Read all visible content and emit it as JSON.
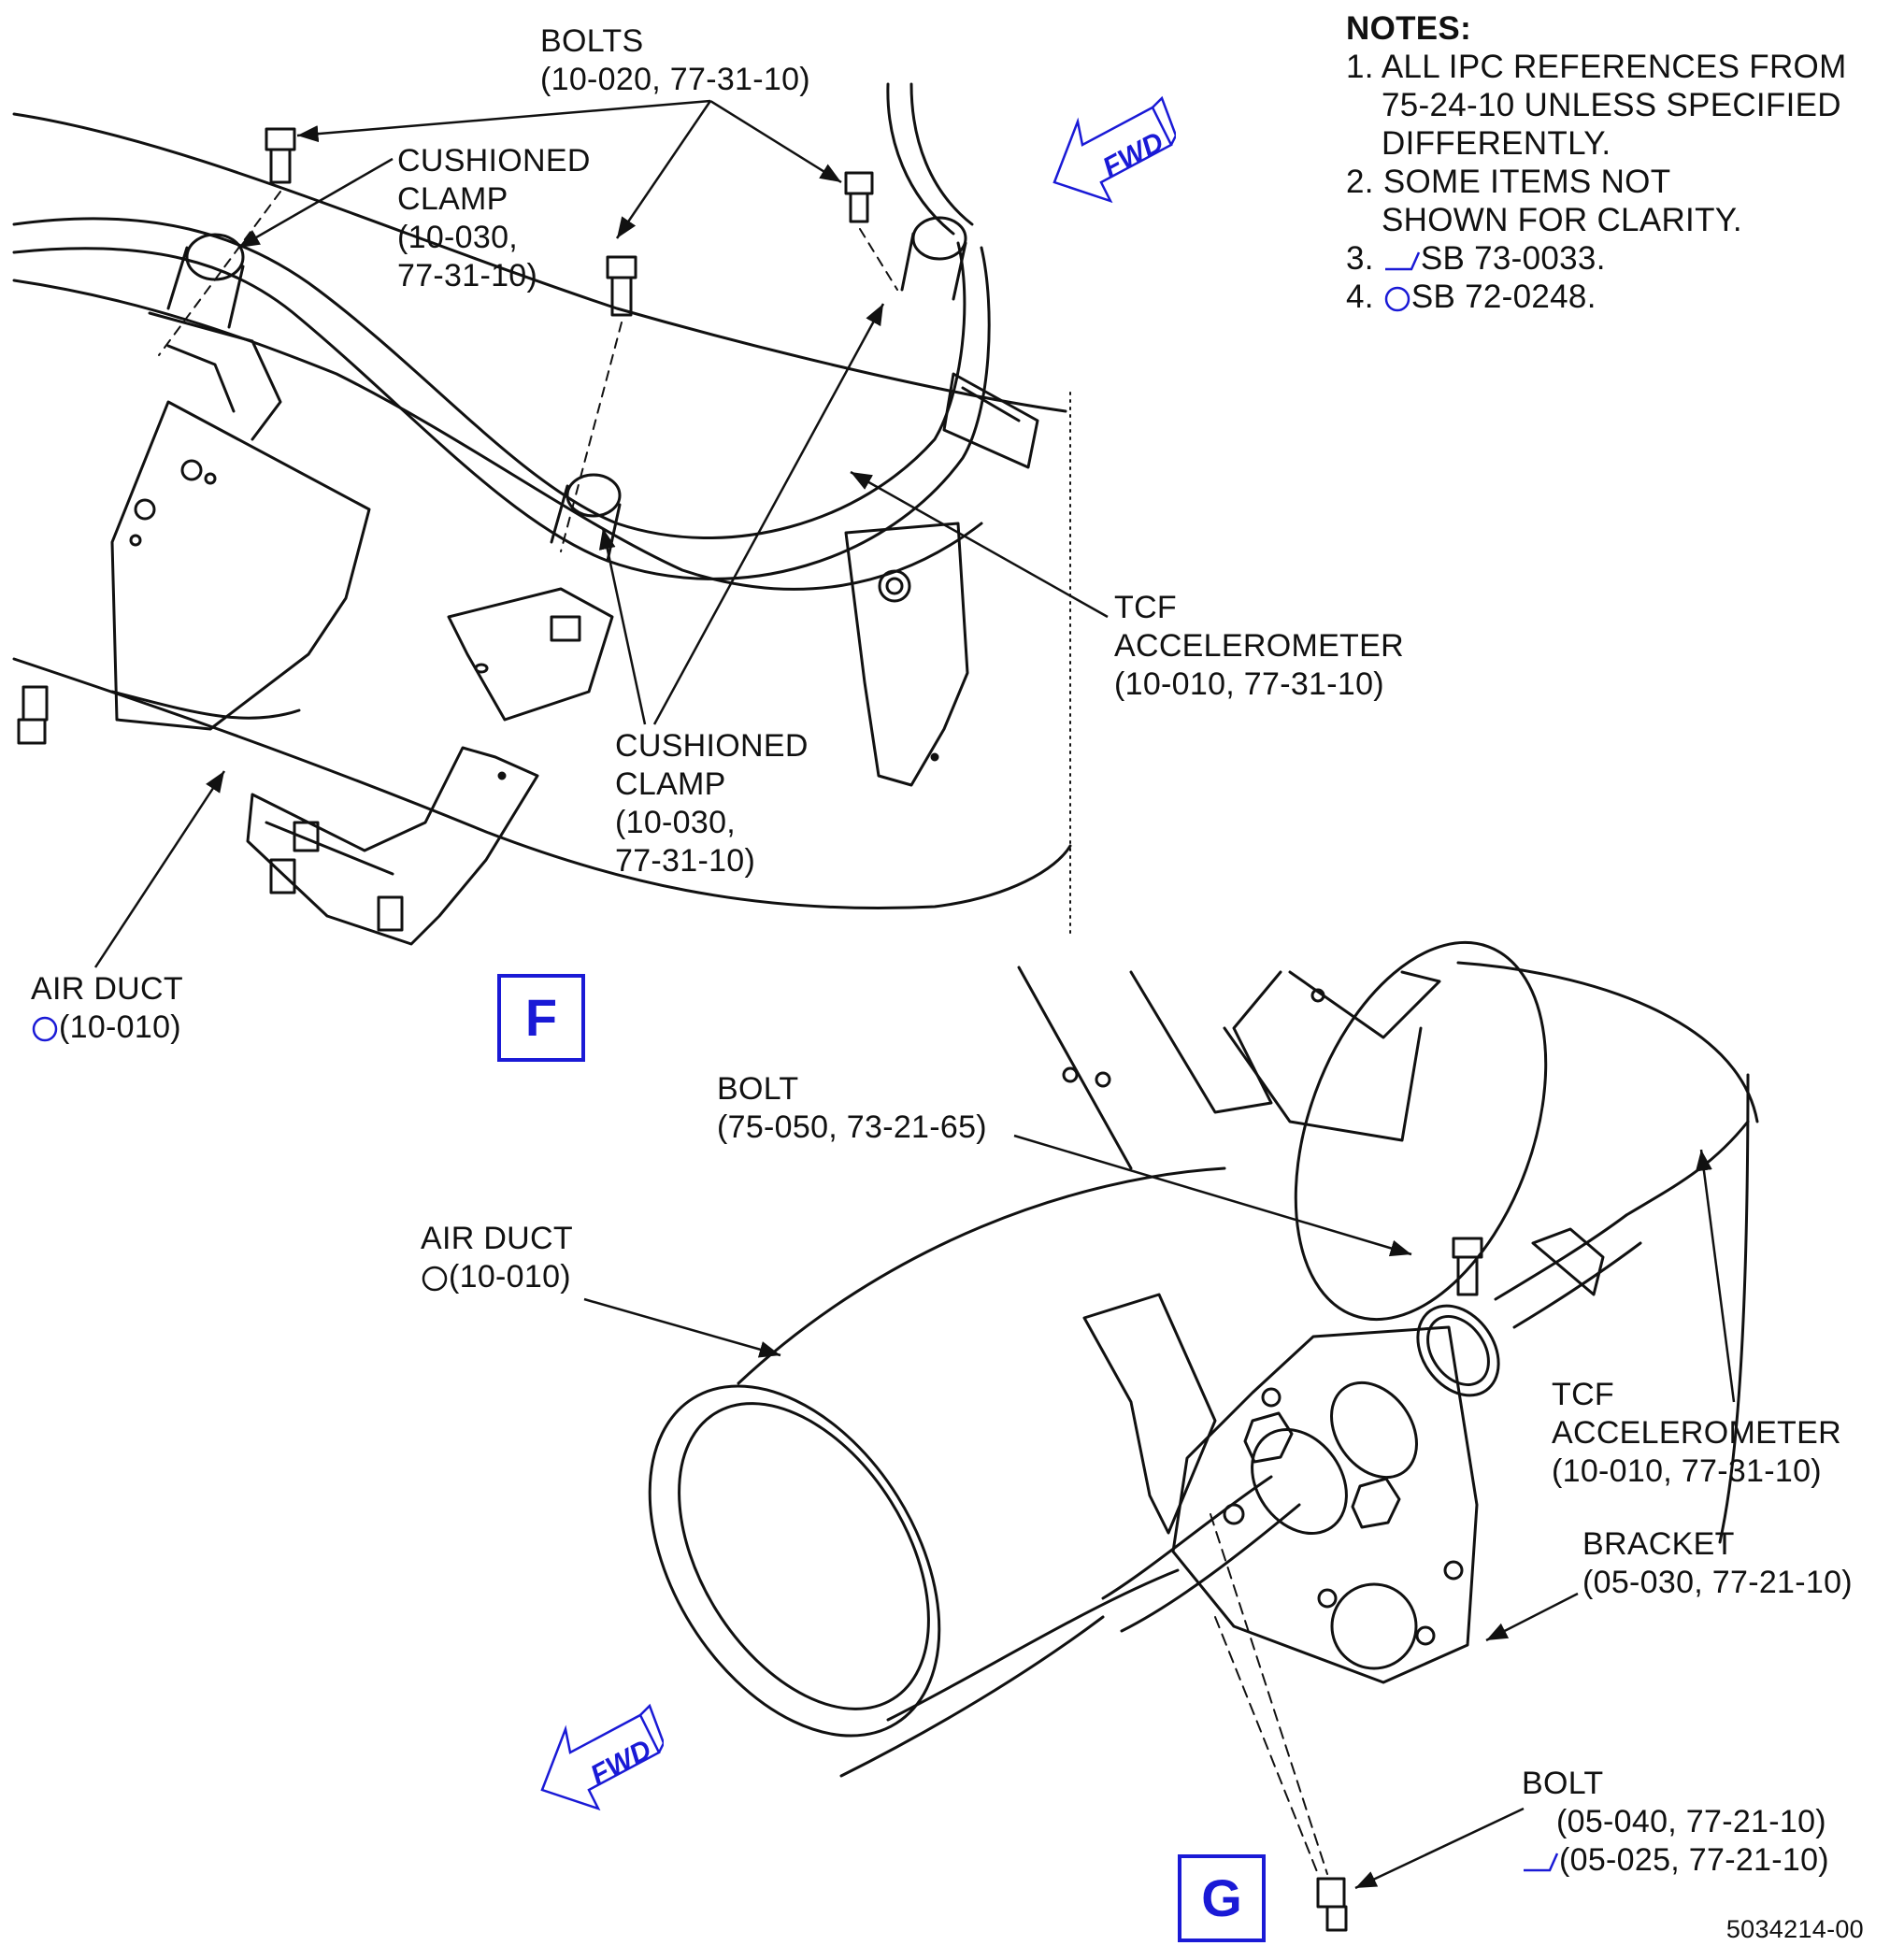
{
  "notes": {
    "title": "NOTES:",
    "items": [
      {
        "num": "1.",
        "text": "ALL IPC REFERENCES FROM",
        "cont": [
          "75-24-10 UNLESS SPECIFIED",
          "DIFFERENTLY."
        ]
      },
      {
        "num": "2.",
        "text": "SOME ITEMS NOT",
        "cont": [
          "SHOWN FOR CLARITY."
        ]
      },
      {
        "num": "3.",
        "text": "SB 73-0033.",
        "icon": "service-bulletin-flag-icon"
      },
      {
        "num": "4.",
        "text": "SB 72-0248.",
        "icon": "service-bulletin-circle-icon"
      }
    ]
  },
  "view_f": {
    "view_label": "F",
    "bolts": [
      "BOLTS",
      "(10-020, 77-31-10)"
    ],
    "cushioned_clamp_top": [
      "CUSHIONED",
      "CLAMP",
      "(10-030,",
      "77-31-10)"
    ],
    "cushioned_clamp_bottom": [
      "CUSHIONED",
      "CLAMP",
      "(10-030,",
      "77-31-10)"
    ],
    "tcf_accelerometer": [
      "TCF",
      "ACCELEROMETER",
      "(10-010, 77-31-10)"
    ],
    "air_duct": [
      "AIR DUCT",
      "(10-010)"
    ],
    "fwd": "FWD"
  },
  "view_g": {
    "view_label": "G",
    "bolt_top": [
      "BOLT",
      "(75-050, 73-21-65)"
    ],
    "air_duct": [
      "AIR DUCT",
      "(10-010)"
    ],
    "tcf_accelerometer": [
      "TCF",
      "ACCELEROMETER",
      "(10-010, 77-31-10)"
    ],
    "bracket": [
      "BRACKET",
      "(05-030, 77-21-10)"
    ],
    "bolt_bottom": [
      "BOLT",
      "(05-040, 77-21-10)",
      "(05-025, 77-21-10)"
    ],
    "fwd": "FWD"
  },
  "figure_number": "5034214-00",
  "colors": {
    "annotation_blue": "#1a1ad6",
    "line": "#111111"
  }
}
